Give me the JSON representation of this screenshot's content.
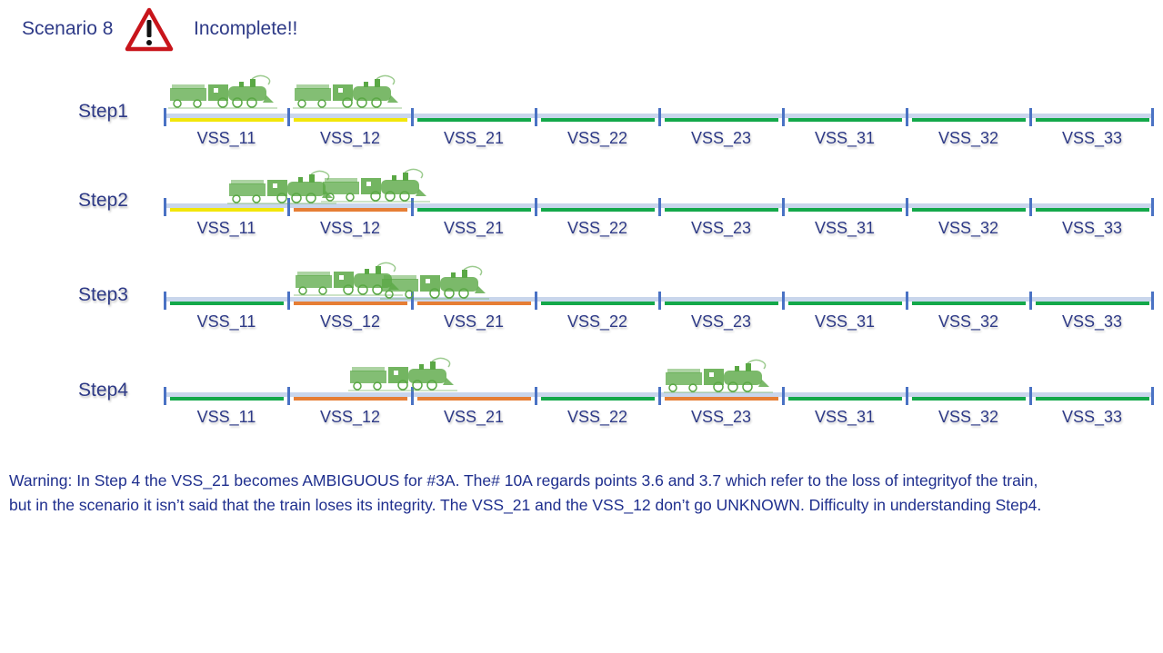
{
  "header": {
    "scenario": "Scenario 8",
    "status": "Incomplete!!",
    "icon": "warning-triangle-icon"
  },
  "colors": {
    "occupied": "#f2e60a",
    "ambiguous": "#e67e35",
    "free": "#13a84a",
    "rail": "#c9d6ec",
    "tick": "#4a72c4",
    "train": "#5aa845"
  },
  "steps": [
    {
      "label": "Step1",
      "sections": [
        {
          "name": "VSS_11",
          "state": "occupied"
        },
        {
          "name": "VSS_12",
          "state": "occupied"
        },
        {
          "name": "VSS_21",
          "state": "free"
        },
        {
          "name": "VSS_22",
          "state": "free"
        },
        {
          "name": "VSS_23",
          "state": "free"
        },
        {
          "name": "VSS_31",
          "state": "free"
        },
        {
          "name": "VSS_32",
          "state": "free"
        },
        {
          "name": "VSS_33",
          "state": "free"
        }
      ]
    },
    {
      "label": "Step2",
      "sections": [
        {
          "name": "VSS_11",
          "state": "occupied"
        },
        {
          "name": "VSS_12",
          "state": "ambiguous"
        },
        {
          "name": "VSS_21",
          "state": "free"
        },
        {
          "name": "VSS_22",
          "state": "free"
        },
        {
          "name": "VSS_23",
          "state": "free"
        },
        {
          "name": "VSS_31",
          "state": "free"
        },
        {
          "name": "VSS_32",
          "state": "free"
        },
        {
          "name": "VSS_33",
          "state": "free"
        }
      ]
    },
    {
      "label": "Step3",
      "sections": [
        {
          "name": "VSS_11",
          "state": "free"
        },
        {
          "name": "VSS_12",
          "state": "ambiguous"
        },
        {
          "name": "VSS_21",
          "state": "ambiguous"
        },
        {
          "name": "VSS_22",
          "state": "free"
        },
        {
          "name": "VSS_23",
          "state": "free"
        },
        {
          "name": "VSS_31",
          "state": "free"
        },
        {
          "name": "VSS_32",
          "state": "free"
        },
        {
          "name": "VSS_33",
          "state": "free"
        }
      ]
    },
    {
      "label": "Step4",
      "sections": [
        {
          "name": "VSS_11",
          "state": "free"
        },
        {
          "name": "VSS_12",
          "state": "ambiguous"
        },
        {
          "name": "VSS_21",
          "state": "ambiguous"
        },
        {
          "name": "VSS_22",
          "state": "free"
        },
        {
          "name": "VSS_23",
          "state": "ambiguous"
        },
        {
          "name": "VSS_31",
          "state": "free"
        },
        {
          "name": "VSS_32",
          "state": "free"
        },
        {
          "name": "VSS_33",
          "state": "free"
        }
      ]
    }
  ],
  "warning": {
    "line1": "Warning: In Step 4 the VSS_21 becomes AMBIGUOUS for #3A. The# 10A regards points 3.6 and 3.7 which refer to the loss of integrityof the train,",
    "line2": "but in the scenario it isn’t said that the train loses its integrity. The VSS_21 and the VSS_12 don’t go UNKNOWN. Difficulty in understanding Step4."
  }
}
